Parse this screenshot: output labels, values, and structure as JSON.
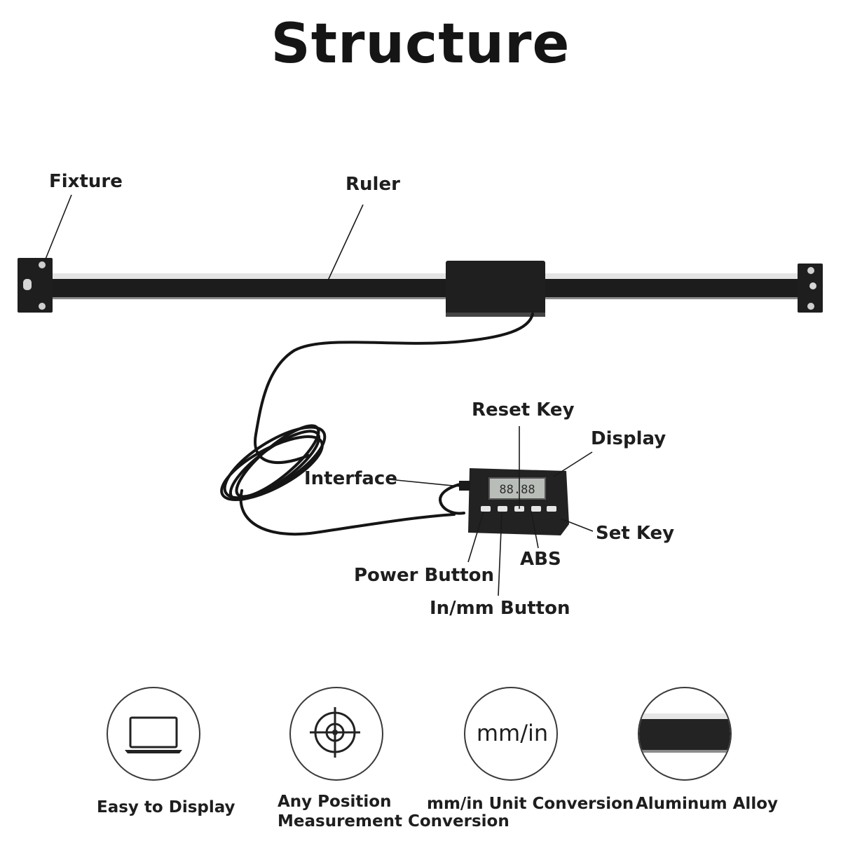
{
  "title": "Structure",
  "callouts": {
    "fixture": "Fixture",
    "ruler": "Ruler",
    "reset_key": "Reset Key",
    "display": "Display",
    "interface": "Interface",
    "set_key": "Set Key",
    "abs": "ABS",
    "power_button": "Power Button",
    "inmm_button": "In/mm Button"
  },
  "features": [
    {
      "icon": "laptop-icon",
      "caption": "Easy to Display"
    },
    {
      "icon": "target-icon",
      "caption_line1": "Any Position",
      "caption_line2": "Measurement Conversion"
    },
    {
      "icon_text": "mm/in",
      "caption": "mm/in Unit Conversion"
    },
    {
      "icon": "aluminum-bar-icon",
      "caption": "Aluminum Alloy"
    }
  ],
  "colors": {
    "ink": "#1a1a1a",
    "device": "#222222",
    "lcd": "#b9bdb8"
  }
}
